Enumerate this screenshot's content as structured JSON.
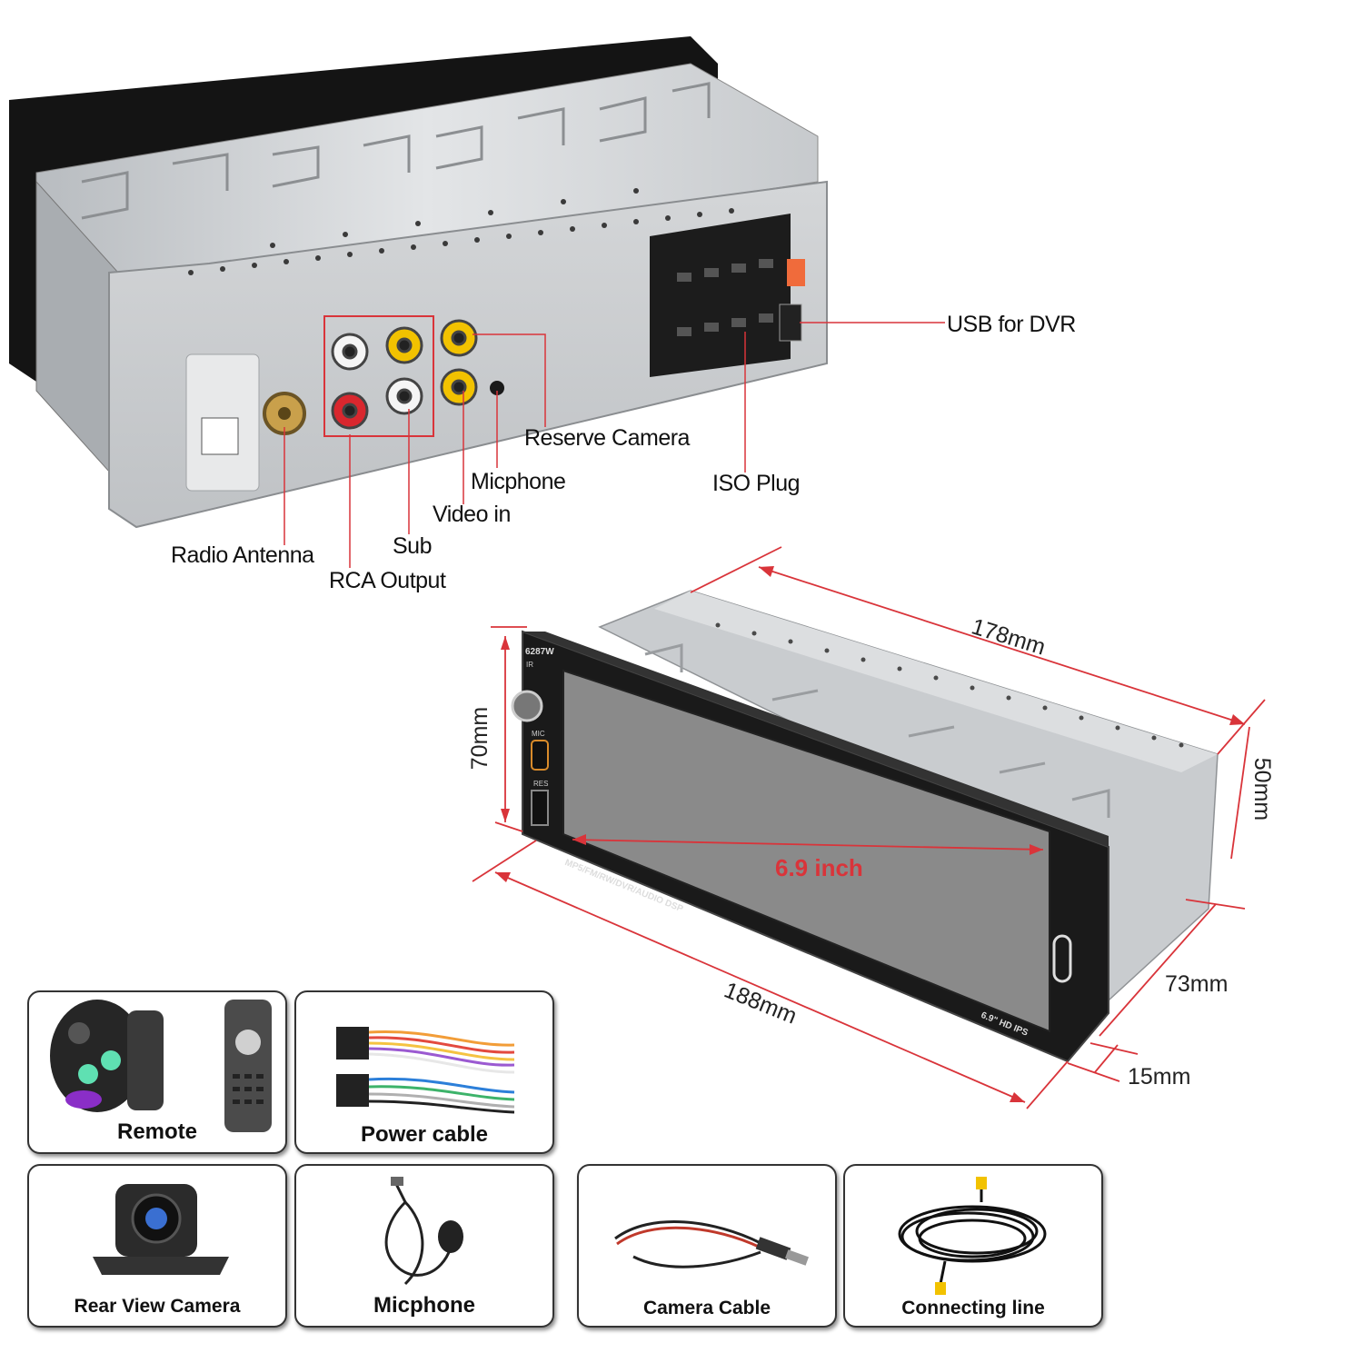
{
  "rear_labels": {
    "usb_dvr": "USB for DVR",
    "reserve_camera": "Reserve Camera",
    "iso_plug": "ISO Plug",
    "micphone": "Micphone",
    "video_in": "Video in",
    "sub": "Sub",
    "radio_antenna": "Radio Antenna",
    "rca_output": "RCA Output"
  },
  "dimensions": {
    "length_top": "178mm",
    "height_left": "70mm",
    "height_right": "50mm",
    "screen_diag": "6.9 inch",
    "width_bottom": "188mm",
    "depth": "73mm",
    "panel_thickness": "15mm"
  },
  "front_panel": {
    "model": "6287W",
    "ir": "IR",
    "mic": "MIC",
    "res": "RES",
    "feature_line": "MP5/FM/RW/DVR/AUDIO DSP",
    "screen_spec": "6.9\" HD IPS"
  },
  "accessories": [
    {
      "label": "Remote",
      "icon": "remote-icon"
    },
    {
      "label": "Power cable",
      "icon": "power-cable-icon"
    },
    {
      "label": "Rear View Camera",
      "icon": "rear-camera-icon"
    },
    {
      "label": "Micphone",
      "icon": "microphone-icon"
    },
    {
      "label": "Camera Cable",
      "icon": "camera-cable-icon"
    },
    {
      "label": "Connecting line",
      "icon": "connecting-line-icon"
    }
  ],
  "colors": {
    "callout_line": "#d9343a",
    "chassis": "#c9cccf",
    "screen": "#8a8a8a"
  }
}
